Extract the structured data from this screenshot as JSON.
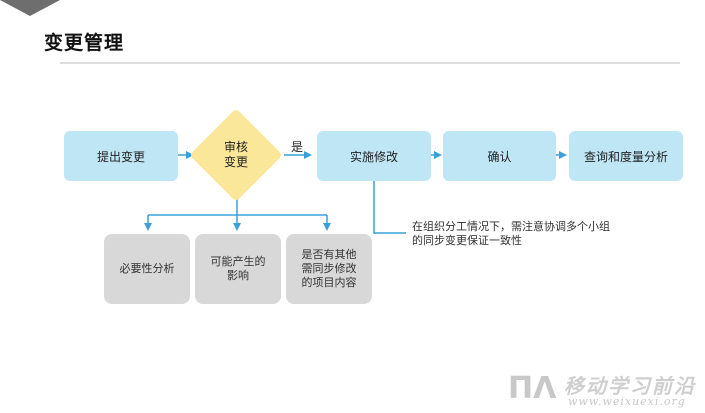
{
  "title": "变更管理",
  "flow": {
    "submit": "提出变更",
    "review": "审核\n变更",
    "yes": "是",
    "implement": "实施修改",
    "confirm": "确认",
    "query": "查询和度量分析"
  },
  "review_outputs": {
    "necessity": "必要性分析",
    "impact": "可能产生的\n影响",
    "sync": "是否有其他\n需同步修改\n的项目内容"
  },
  "note": "在组织分工情况下，需注意协调多个小组的同步变更保证一致性",
  "watermark": {
    "brand": "移动学习前沿",
    "url": "www.weixuexi.org"
  },
  "colors": {
    "process_box": "#bfe6f5",
    "decision": "#fbe79a",
    "analysis_box": "#d8d8d8",
    "connector": "#3aa0d8"
  }
}
